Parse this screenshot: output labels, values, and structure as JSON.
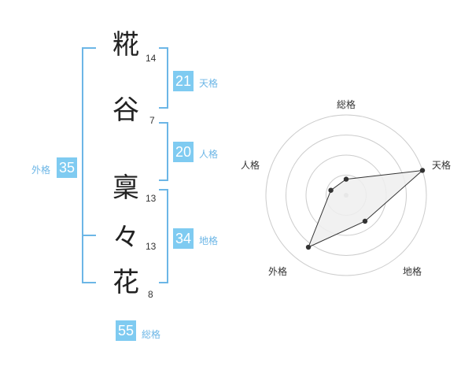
{
  "name": {
    "chars": [
      {
        "char": "糀",
        "strokes": "14"
      },
      {
        "char": "谷",
        "strokes": "7"
      },
      {
        "char": "稟",
        "strokes": "13"
      },
      {
        "char": "々",
        "strokes": "13"
      },
      {
        "char": "花",
        "strokes": "8"
      }
    ]
  },
  "fortunes": {
    "tenkaku": {
      "value": "21",
      "label": "天格"
    },
    "jinkaku": {
      "value": "20",
      "label": "人格"
    },
    "chikaku": {
      "value": "34",
      "label": "地格"
    },
    "gaikaku": {
      "value": "35",
      "label": "外格"
    },
    "soukaku": {
      "value": "55",
      "label": "総格"
    }
  },
  "chart_data": {
    "type": "radar",
    "axes": [
      "総格",
      "天格",
      "地格",
      "外格",
      "人格"
    ],
    "values": [
      0.2,
      1.0,
      0.4,
      0.8,
      0.2
    ],
    "range": [
      0,
      1
    ],
    "rings": 4,
    "colors": {
      "fill": "#eeeeee",
      "stroke": "#333333",
      "grid": "#cccccc",
      "center": "#bbbbbb"
    }
  }
}
